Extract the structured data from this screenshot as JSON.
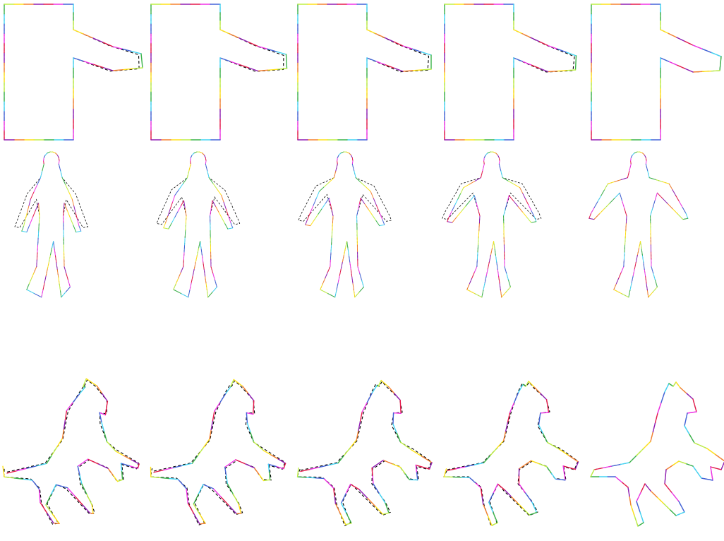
{
  "figure": {
    "rows": [
      {
        "name": "rectangle-shape",
        "frames": 5
      },
      {
        "name": "human-shape",
        "frames": 5
      },
      {
        "name": "horse-shape",
        "frames": 5
      }
    ],
    "colors": {
      "dashed_target": "#000000",
      "contour_palette": [
        "#e6194b",
        "#f032e6",
        "#4363d8",
        "#42d4f4",
        "#3cb44b",
        "#bfef45",
        "#ffe119",
        "#f58231",
        "#911eb4"
      ]
    }
  }
}
